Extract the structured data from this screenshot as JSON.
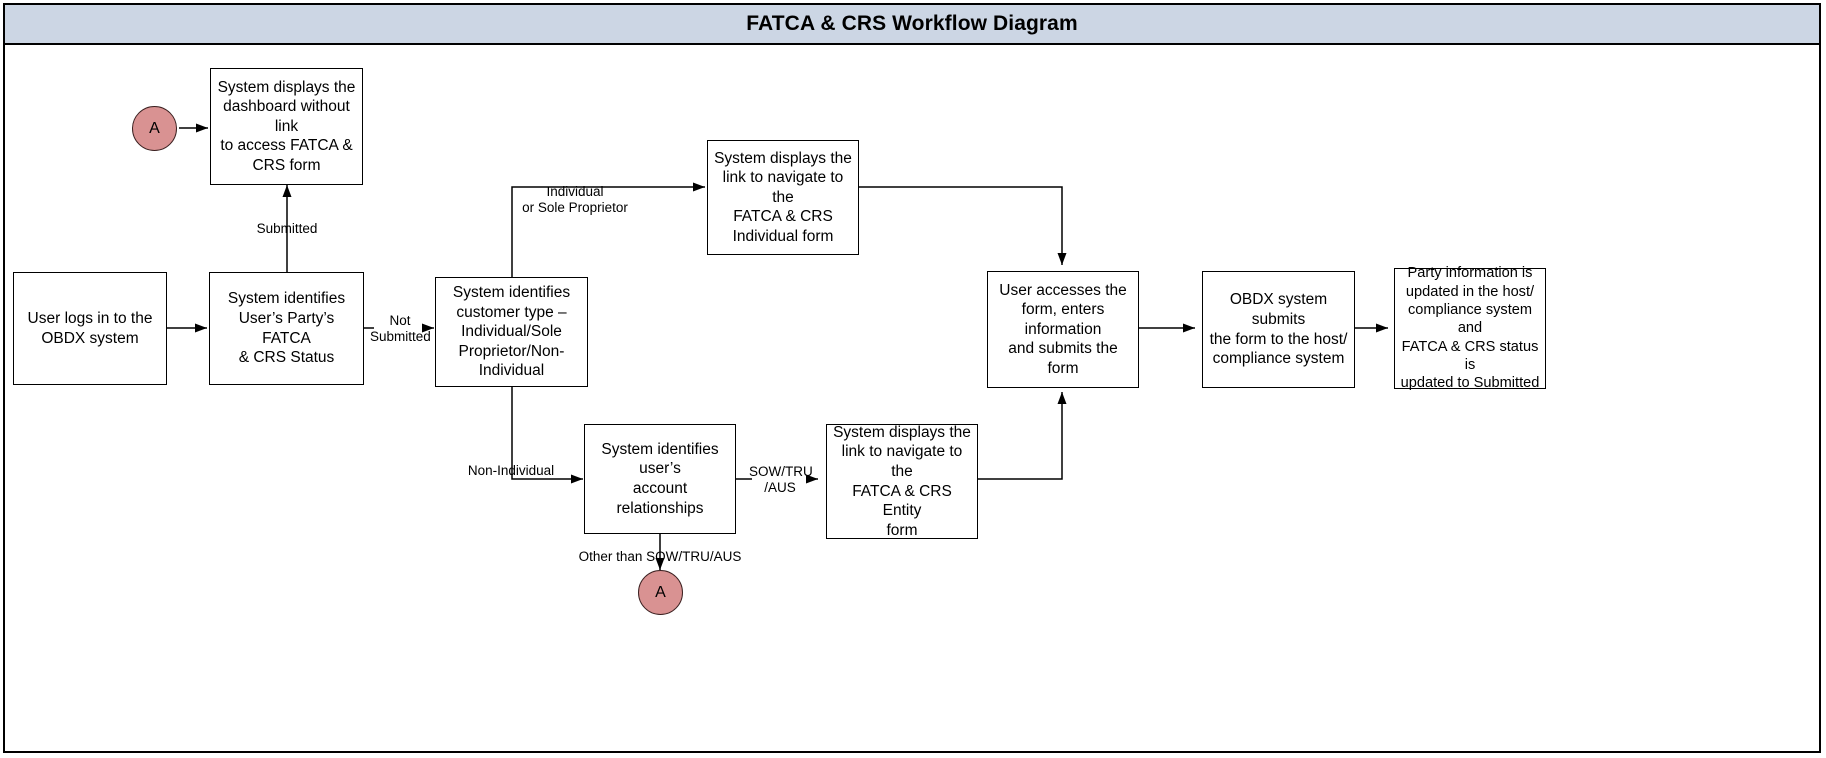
{
  "header": {
    "title": "FATCA & CRS Workflow Diagram",
    "background_color": "#ccd6e4"
  },
  "colors": {
    "header_bg": "#ccd6e4",
    "connector_fill": "#d99292",
    "node_fill": "#ffffff",
    "stroke": "#000000"
  },
  "diagram": {
    "type": "flowchart",
    "nodes": [
      {
        "id": "login",
        "shape": "process",
        "label": "User logs in to the\nOBDX system"
      },
      {
        "id": "identify-status",
        "shape": "process",
        "label": "System identifies\nUser’s Party’s FATCA\n& CRS Status"
      },
      {
        "id": "dashboard-nolink",
        "shape": "process",
        "label": "System displays the\ndashboard without link\nto access FATCA &\nCRS form"
      },
      {
        "id": "customer-type",
        "shape": "process",
        "label": "System identifies\ncustomer type –\nIndividual/Sole\nProprietor/Non-\nIndividual"
      },
      {
        "id": "link-individual",
        "shape": "process",
        "label": "System displays the\nlink to navigate to the\nFATCA & CRS\nIndividual form"
      },
      {
        "id": "account-rel",
        "shape": "process",
        "label": "System identifies user’s\naccount relationships"
      },
      {
        "id": "link-entity",
        "shape": "process",
        "label": "System displays the\nlink to navigate to the\nFATCA & CRS Entity\nform"
      },
      {
        "id": "user-submits",
        "shape": "process",
        "label": "User accesses the\nform, enters information\nand submits the form"
      },
      {
        "id": "obdx-submits",
        "shape": "process",
        "label": "OBDX system submits\nthe form to the host/\ncompliance system"
      },
      {
        "id": "party-updated",
        "shape": "process",
        "label": "Party information is\nupdated in the host/\ncompliance system and\nFATCA & CRS status is\nupdated to Submitted"
      },
      {
        "id": "connector-a-top",
        "shape": "connector",
        "label": "A"
      },
      {
        "id": "connector-a-bottom",
        "shape": "connector",
        "label": "A"
      }
    ],
    "edges": [
      {
        "from": "login",
        "to": "identify-status",
        "label": ""
      },
      {
        "from": "identify-status",
        "to": "dashboard-nolink",
        "label": "Submitted"
      },
      {
        "from": "connector-a-top",
        "to": "dashboard-nolink",
        "label": ""
      },
      {
        "from": "identify-status",
        "to": "customer-type",
        "label": "Not\nSubmitted"
      },
      {
        "from": "customer-type",
        "to": "link-individual",
        "label": "Individual\nor Sole Proprietor"
      },
      {
        "from": "customer-type",
        "to": "account-rel",
        "label": "Non-Individual"
      },
      {
        "from": "account-rel",
        "to": "link-entity",
        "label": "SOW/TRU\n/AUS"
      },
      {
        "from": "account-rel",
        "to": "connector-a-bottom",
        "label": "Other than SOW/TRU/AUS"
      },
      {
        "from": "link-individual",
        "to": "user-submits",
        "label": ""
      },
      {
        "from": "link-entity",
        "to": "user-submits",
        "label": ""
      },
      {
        "from": "user-submits",
        "to": "obdx-submits",
        "label": ""
      },
      {
        "from": "obdx-submits",
        "to": "party-updated",
        "label": ""
      }
    ],
    "edge_labels": {
      "submitted": "Submitted",
      "not_submitted": "Not\nSubmitted",
      "individual": "Individual\nor Sole Proprietor",
      "non_individual": "Non-Individual",
      "sow_tru_aus": "SOW/TRU\n/AUS",
      "other_than": "Other than SOW/TRU/AUS"
    }
  }
}
